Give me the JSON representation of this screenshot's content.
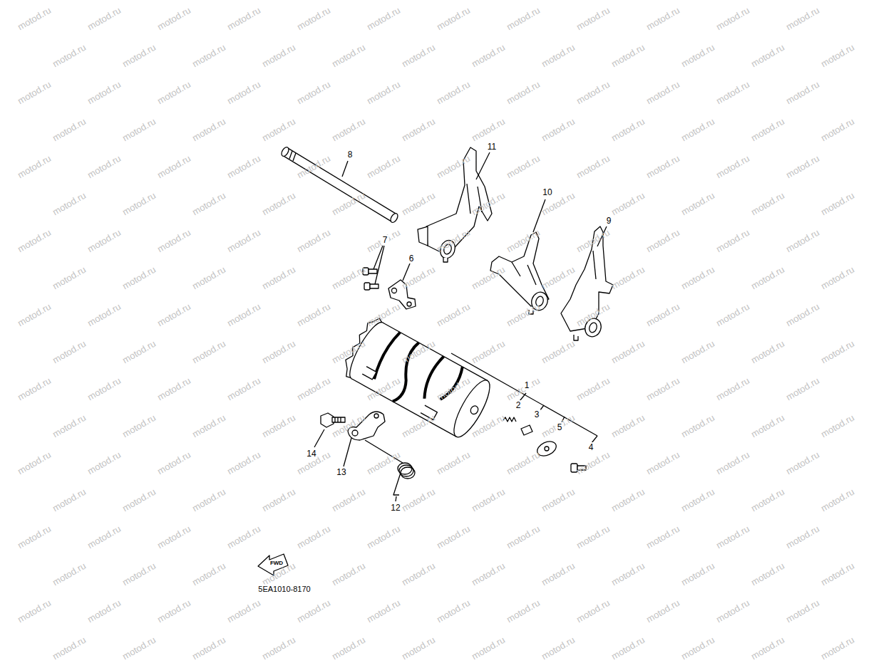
{
  "diagram": {
    "labels": [
      "8",
      "11",
      "10",
      "9",
      "7",
      "6",
      "1",
      "2",
      "3",
      "5",
      "4",
      "14",
      "13",
      "12",
      "FWD",
      "5EA1010-8170",
      "motod.ru",
      "motod.ru",
      "motod.ru",
      "motod.ru",
      "motod.ru",
      "motod.ru",
      "motod.ru",
      "motod.ru",
      "motod.ru",
      "motod.ru",
      "motod.ru",
      "motod.ru",
      "motod.ru",
      "motod.ru",
      "motod.ru",
      "motod.ru",
      "motod.ru",
      "motod.ru",
      "motod.ru",
      "motod.ru",
      "motod.ru",
      "motod.ru",
      "motod.ru",
      "motod.ru",
      "motod.ru",
      "motod.ru",
      "motod.ru",
      "motod.ru",
      "motod.ru",
      "motod.ru",
      "motod.ru",
      "motod.ru",
      "motod.ru",
      "motod.ru",
      "motod.ru",
      "motod.ru",
      "motod.ru",
      "motod.ru",
      "motod.ru",
      "motod.ru",
      "motod.ru",
      "motod.ru",
      "motod.ru",
      "motod.ru",
      "motod.ru",
      "motod.ru",
      "motod.ru",
      "motod.ru",
      "motod.ru",
      "motod.ru",
      "motod.ru",
      "motod.ru",
      "motod.ru",
      "motod.ru",
      "motod.ru",
      "motod.ru",
      "motod.ru",
      "motod.ru",
      "motod.ru",
      "motod.ru",
      "motod.ru",
      "motod.ru",
      "motod.ru",
      "motod.ru",
      "motod.ru",
      "motod.ru",
      "motod.ru",
      "motod.ru",
      "motod.ru",
      "motod.ru",
      "motod.ru",
      "motod.ru",
      "motod.ru",
      "motod.ru",
      "motod.ru",
      "motod.ru",
      "motod.ru",
      "motod.ru",
      "motod.ru",
      "motod.ru",
      "motod.ru",
      "motod.ru",
      "motod.ru",
      "motod.ru",
      "motod.ru",
      "motod.ru",
      "motod.ru",
      "motod.ru",
      "motod.ru",
      "motod.ru",
      "motod.ru",
      "motod.ru",
      "motod.ru",
      "motod.ru",
      "motod.ru",
      "motod.ru",
      "motod.ru",
      "motod.ru",
      "motod.ru",
      "motod.ru",
      "motod.ru",
      "motod.ru",
      "motod.ru",
      "motod.ru",
      "motod.ru",
      "motod.ru",
      "motod.ru",
      "motod.ru",
      "motod.ru",
      "motod.ru",
      "motod.ru",
      "motod.ru",
      "motod.ru",
      "motod.ru",
      "motod.ru",
      "motod.ru",
      "motod.ru",
      "motod.ru",
      "motod.ru",
      "motod.ru",
      "motod.ru",
      "motod.ru",
      "motod.ru",
      "motod.ru",
      "motod.ru",
      "motod.ru",
      "motod.ru",
      "motod.ru",
      "motod.ru",
      "motod.ru",
      "motod.ru",
      "motod.ru",
      "motod.ru",
      "motod.ru",
      "motod.ru",
      "motod.ru",
      "motod.ru",
      "motod.ru",
      "motod.ru",
      "motod.ru",
      "motod.ru",
      "motod.ru",
      "motod.ru",
      "motod.ru",
      "motod.ru",
      "motod.ru",
      "motod.ru",
      "motod.ru",
      "motod.ru",
      "motod.ru",
      "motod.ru",
      "motod.ru",
      "motod.ru",
      "motod.ru",
      "motod.ru",
      "motod.ru",
      "motod.ru",
      "motod.ru",
      "motod.ru",
      "motod.ru",
      "motod.ru",
      "motod.ru",
      "motod.ru",
      "motod.ru",
      "motod.ru",
      "motod.ru",
      "motod.ru",
      "motod.ru",
      "motod.ru",
      "motod.ru",
      "motod.ru",
      "motod.ru",
      "motod.ru",
      "motod.ru",
      "motod.ru",
      "motod.ru",
      "motod.ru",
      "motod.ru",
      "motod.ru",
      "motod.ru",
      "motod.ru",
      "motod.ru",
      "motod.ru",
      "motod.ru",
      "motod.ru",
      "motod.ru",
      "motod.ru",
      "motod.ru",
      "motod.ru",
      "motod.ru",
      "motod.ru",
      "motod.ru",
      "motod.ru",
      "motod.ru",
      "motod.ru",
      "motod.ru",
      "motod.ru",
      "motod.ru",
      "motod.ru",
      "motod.ru",
      "motod.ru",
      "motod.ru",
      "motod.ru",
      "motod.ru",
      "motod.ru",
      "motod.ru",
      "motod.ru",
      "motod.ru",
      "motod.ru",
      "motod.ru",
      "motod.ru",
      "motod.ru",
      "motod.ru",
      "motod.ru",
      "motod.ru",
      "motod.ru"
    ]
  }
}
